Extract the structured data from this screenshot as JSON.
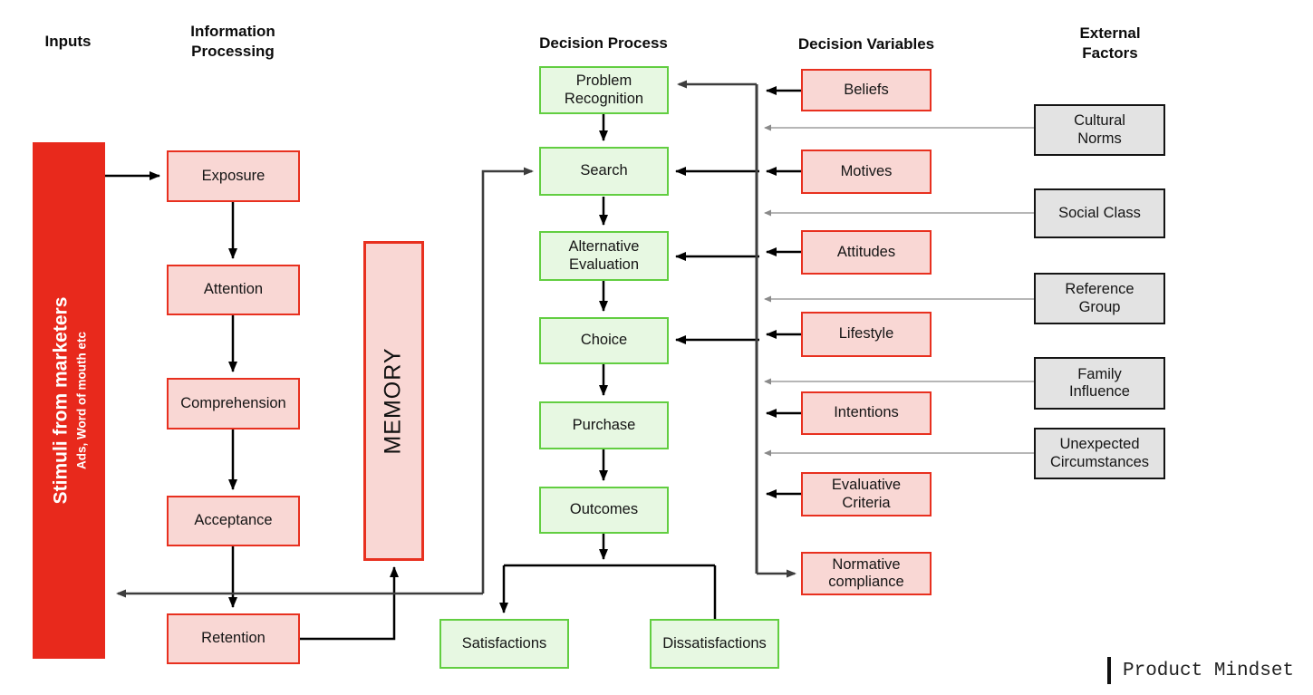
{
  "headers": {
    "inputs": "Inputs",
    "information_processing": "Information Processing",
    "decision_process": "Decision Process",
    "decision_variables": "Decision Variables",
    "external_factors": "External Factors"
  },
  "stimuli": {
    "title": "Stimuli from marketers",
    "subtitle": "Ads, Word of mouth etc"
  },
  "memory": {
    "label": "MEMORY"
  },
  "information_processing": {
    "boxes": [
      "Exposure",
      "Attention",
      "Comprehension",
      "Acceptance",
      "Retention"
    ]
  },
  "decision_process": {
    "boxes": [
      "Problem Recognition",
      "Search",
      "Alternative Evaluation",
      "Choice",
      "Purchase",
      "Outcomes"
    ],
    "outcomes": [
      "Satisfactions",
      "Dissatisfactions"
    ]
  },
  "decision_variables": {
    "boxes": [
      "Beliefs",
      "Motives",
      "Attitudes",
      "Lifestyle",
      "Intentions",
      "Evaluative Criteria",
      "Normative compliance"
    ]
  },
  "external_factors": {
    "boxes": [
      "Cultural Norms",
      "Social Class",
      "Reference Group",
      "Family Influence",
      "Unexpected Circumstances"
    ]
  },
  "branding": {
    "logo_text": "Product Mindset"
  },
  "colors": {
    "stimuli_red": "#e8291c",
    "pink_fill": "#f9d7d4",
    "pink_border": "#e8301f",
    "green_fill": "#e7f8e2",
    "green_border": "#62ce41",
    "gray_fill": "#e3e3e3",
    "gray_border": "#141414",
    "line_black": "#000000",
    "line_dark": "#3d3d3d",
    "line_gray": "#8a8a8a"
  }
}
